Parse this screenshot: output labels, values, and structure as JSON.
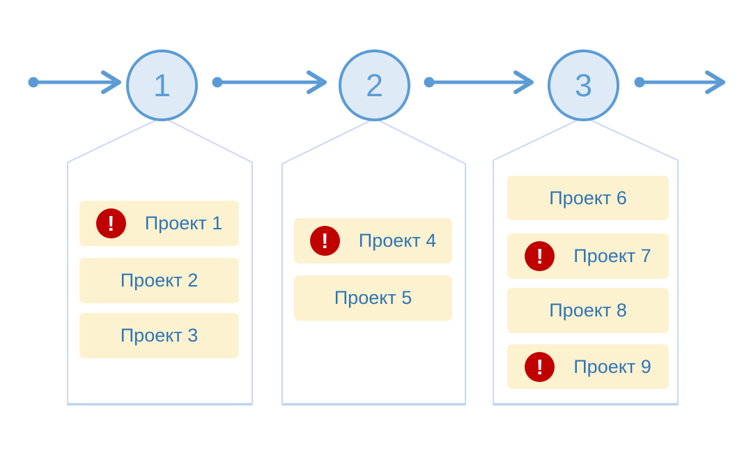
{
  "diagram": {
    "type": "process-flow",
    "direction": "left-to-right",
    "flow_segments": 4
  },
  "colors": {
    "accent": "#5B9BD5",
    "node-fill": "#DEEBF7",
    "container-outline": "#CBD8F0",
    "container-bottom": "#BDD3EE",
    "box-fill": "#FDF2CF",
    "box-text": "#2E75B6",
    "alert": "#C00000",
    "alert-glyph": "#FFFFFF",
    "background": "#FFFFFF"
  },
  "icons": {
    "alert": "exclamation-mark-badge",
    "alert_glyph": "!"
  },
  "stages": [
    {
      "number": "1",
      "projects": [
        {
          "label": "Проект 1",
          "alert": true
        },
        {
          "label": "Проект 2",
          "alert": false
        },
        {
          "label": "Проект 3",
          "alert": false
        }
      ]
    },
    {
      "number": "2",
      "projects": [
        {
          "label": "Проект 4",
          "alert": true
        },
        {
          "label": "Проект 5",
          "alert": false
        }
      ]
    },
    {
      "number": "3",
      "projects": [
        {
          "label": "Проект 6",
          "alert": false
        },
        {
          "label": "Проект 7",
          "alert": true
        },
        {
          "label": "Проект 8",
          "alert": false
        },
        {
          "label": "Проект 9",
          "alert": true
        }
      ]
    }
  ]
}
